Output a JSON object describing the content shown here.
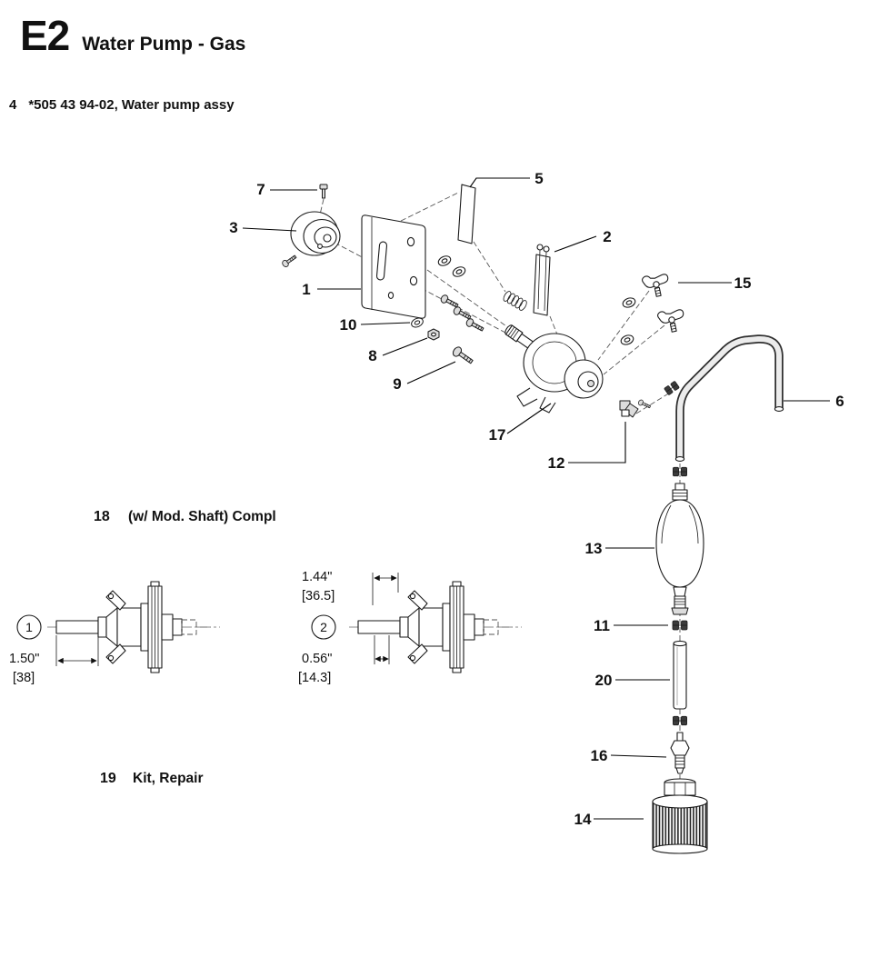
{
  "header": {
    "code": "E2",
    "title": "Water Pump - Gas"
  },
  "assembly": {
    "ref": "4",
    "text": "*505 43 94-02, Water pump assy"
  },
  "callouts": {
    "c1": "1",
    "c2": "2",
    "c3": "3",
    "c5": "5",
    "c6": "6",
    "c7": "7",
    "c8": "8",
    "c9": "9",
    "c10": "10",
    "c11": "11",
    "c12": "12",
    "c13": "13",
    "c14": "14",
    "c15": "15",
    "c16": "16",
    "c17": "17",
    "c20": "20"
  },
  "notes": {
    "n18_ref": "18",
    "n18_text": "(w/ Mod. Shaft) Compl",
    "n19_ref": "19",
    "n19_text": "Kit, Repair"
  },
  "details": {
    "view1": {
      "index": "1",
      "dim_in": "1.50\"",
      "dim_mm": "[38]"
    },
    "view2": {
      "index": "2",
      "top_in": "1.44\"",
      "top_mm": "[36.5]",
      "bottom_in": "0.56\"",
      "bottom_mm": "[14.3]"
    }
  }
}
